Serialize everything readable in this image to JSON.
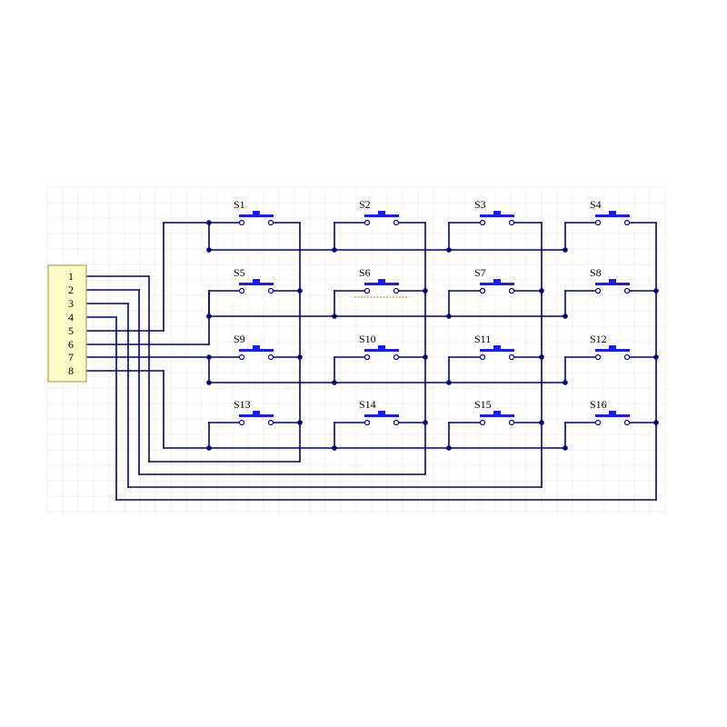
{
  "colors": {
    "wire": "#00007a",
    "switch": "#1a1aff",
    "connector_fill": "#fffbc8",
    "connector_border": "#b8a44c",
    "grid": "#e6e6e6"
  },
  "connector": {
    "pins": [
      "1",
      "2",
      "3",
      "4",
      "5",
      "6",
      "7",
      "8"
    ]
  },
  "switches": [
    [
      "S1",
      "S2",
      "S3",
      "S4"
    ],
    [
      "S5",
      "S6",
      "S7",
      "S8"
    ],
    [
      "S9",
      "S10",
      "S11",
      "S12"
    ],
    [
      "S13",
      "S14",
      "S15",
      "S16"
    ]
  ],
  "highlighted_switch": "S6"
}
